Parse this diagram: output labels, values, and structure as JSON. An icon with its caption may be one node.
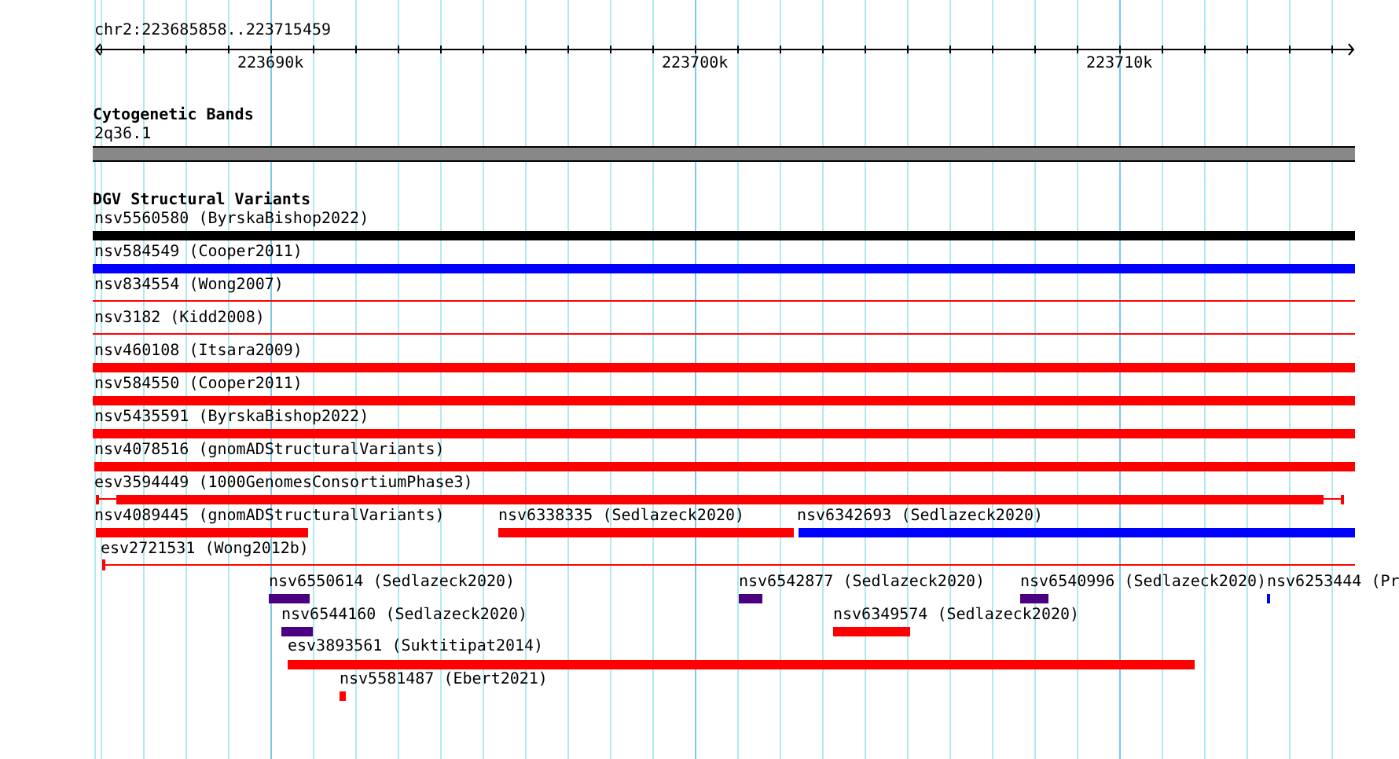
{
  "diagram": {
    "nodes": [
      {
        "text": [
          "2q36.1"
        ]
      },
      {
        "text": [
          "nsv5560580 (ByrskaBishop2022)"
        ]
      },
      {
        "text": [
          "nsv584549 (Cooper2011)"
        ]
      },
      {
        "text": [
          "nsv834554 (Wong2007)"
        ]
      },
      {
        "text": [
          "nsv3182 (Kidd2008)"
        ]
      },
      {
        "text": [
          "nsv460108 (Itsara2009)"
        ]
      },
      {
        "text": [
          "nsv584550 (Cooper2011)"
        ]
      },
      {
        "text": [
          "nsv5435591 (ByrskaBishop2022)"
        ]
      },
      {
        "text": [
          "nsv4078516 (gnomADStructuralVariants)"
        ]
      },
      {
        "text": [
          "esv3594449 (1000GenomesConsortiumPhase3)"
        ]
      },
      {
        "text": [
          "nsv4089445 (gnomADStructuralVariants)"
        ]
      },
      {
        "text": [
          "nsv6338335 (Sedlazeck2020)"
        ]
      },
      {
        "text": [
          "nsv6342693 (Sedlazeck2020)"
        ]
      },
      {
        "text": [
          "esv2721531 (Wong2012b)"
        ]
      },
      {
        "text": [
          "nsv6550614 (Sedlazeck2020)"
        ]
      },
      {
        "text": [
          "nsv6542877 (Sedlazeck2020)"
        ]
      },
      {
        "text": [
          "nsv6540996 (Sedlazeck2020)"
        ]
      },
      {
        "text": [
          "nsv6253444 (Pr"
        ]
      },
      {
        "text": [
          "nsv6544160 (Sedlazeck2020)"
        ]
      },
      {
        "text": [
          "nsv6349574 (Sedlazeck2020)"
        ]
      },
      {
        "text": [
          "esv3893561 (Suktitipat2014)"
        ]
      },
      {
        "text": [
          "nsv5581487 (Ebert2021)"
        ]
      }
    ],
    "labels": [
      "chr2:223685858..223715459",
      "223690k",
      "223700k",
      "223710k",
      "Cytogenetic Bands",
      "DGV Structural Variants"
    ]
  }
}
